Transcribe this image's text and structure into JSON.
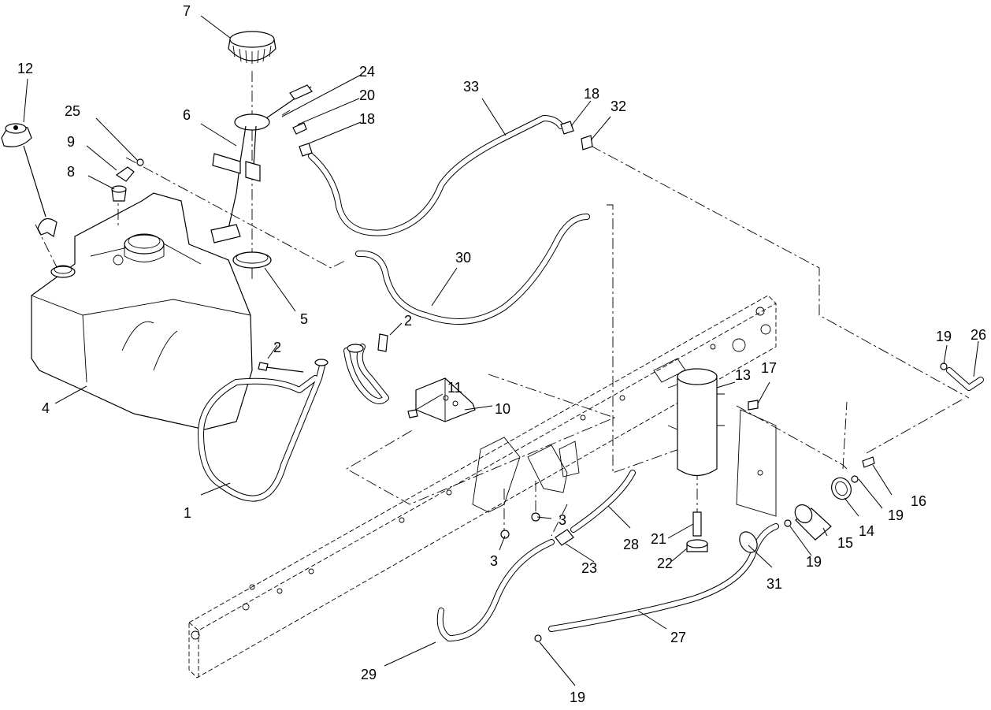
{
  "diagram": {
    "callouts": [
      {
        "id": "c1",
        "text": "1"
      },
      {
        "id": "c2a",
        "text": "2"
      },
      {
        "id": "c2b",
        "text": "2"
      },
      {
        "id": "c3a",
        "text": "3"
      },
      {
        "id": "c3b",
        "text": "3"
      },
      {
        "id": "c4",
        "text": "4"
      },
      {
        "id": "c5",
        "text": "5"
      },
      {
        "id": "c6",
        "text": "6"
      },
      {
        "id": "c7",
        "text": "7"
      },
      {
        "id": "c8",
        "text": "8"
      },
      {
        "id": "c9",
        "text": "9"
      },
      {
        "id": "c10",
        "text": "10"
      },
      {
        "id": "c11",
        "text": "11"
      },
      {
        "id": "c12",
        "text": "12"
      },
      {
        "id": "c13",
        "text": "13"
      },
      {
        "id": "c14",
        "text": "14"
      },
      {
        "id": "c15",
        "text": "15"
      },
      {
        "id": "c16",
        "text": "16"
      },
      {
        "id": "c17",
        "text": "17"
      },
      {
        "id": "c18a",
        "text": "18"
      },
      {
        "id": "c18b",
        "text": "18"
      },
      {
        "id": "c19a",
        "text": "19"
      },
      {
        "id": "c19b",
        "text": "19"
      },
      {
        "id": "c19c",
        "text": "19"
      },
      {
        "id": "c19d",
        "text": "19"
      },
      {
        "id": "c20",
        "text": "20"
      },
      {
        "id": "c21",
        "text": "21"
      },
      {
        "id": "c22",
        "text": "22"
      },
      {
        "id": "c23",
        "text": "23"
      },
      {
        "id": "c24",
        "text": "24"
      },
      {
        "id": "c25",
        "text": "25"
      },
      {
        "id": "c26",
        "text": "26"
      },
      {
        "id": "c27",
        "text": "27"
      },
      {
        "id": "c28",
        "text": "28"
      },
      {
        "id": "c29",
        "text": "29"
      },
      {
        "id": "c30",
        "text": "30"
      },
      {
        "id": "c31",
        "text": "31"
      },
      {
        "id": "c32",
        "text": "32"
      },
      {
        "id": "c33",
        "text": "33"
      }
    ]
  }
}
